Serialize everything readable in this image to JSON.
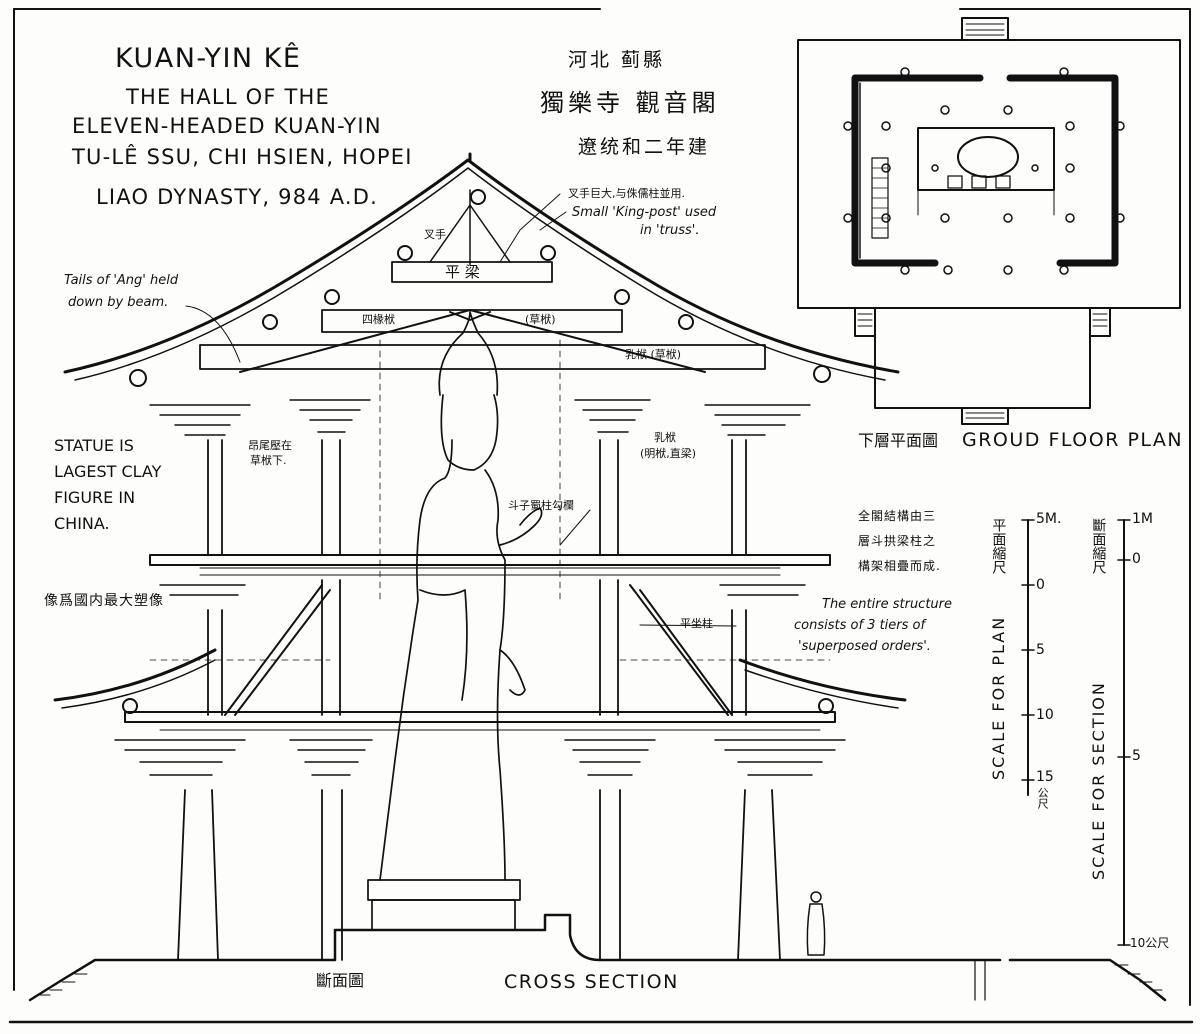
{
  "title": {
    "main": "KUAN-YIN KÊ",
    "line1": "THE HALL OF THE",
    "line2": "ELEVEN-HEADED KUAN-YIN",
    "line3": "TU-LÊ SSU, CHI HSIEN, HOPEI",
    "dynasty": "LIAO DYNASTY, 984 A.D."
  },
  "chinese_title": {
    "location": "河北 蓟縣",
    "temple": "獨樂寺 觀音閣",
    "date": "遼统和二年建"
  },
  "annotations": {
    "kingpost_cn": "叉手巨大,与侏儒柱並用.",
    "kingpost_en_1": "Small 'King-post' used",
    "kingpost_en_2": "in 'truss'.",
    "chashou": "叉手",
    "pingliang": "平 梁",
    "sichuan": "四椽栿",
    "caofu": "(草栿)",
    "rufu_cao": "乳栿 (草栿)",
    "ang_tails_1": "Tails of 'Ang' held",
    "ang_tails_2": "down by beam.",
    "anglu_1": "昂尾壓在",
    "anglu_2": "草栿下.",
    "rufu_ming_1": "乳栿",
    "rufu_ming_2": "(明栿,直梁)",
    "dougong_railing": "斗子蜀柱勾欄",
    "pingzuo": "平坐柱",
    "statue_1": "STATUE IS",
    "statue_2": "LAGEST CLAY",
    "statue_3": "FIGURE IN",
    "statue_4": "CHINA.",
    "statue_cn": "像爲國内最大塑像",
    "structure_cn_1": "全閣結構由三",
    "structure_cn_2": "層斗拱梁柱之",
    "structure_cn_3": "構架相疊而成.",
    "structure_en_1": "The entire structure",
    "structure_en_2": "consists of 3 tiers of",
    "structure_en_3": "'superposed orders'."
  },
  "plan": {
    "caption_cn": "下層平面圖",
    "caption_en": "GROUD FLOOR PLAN"
  },
  "section": {
    "caption_cn": "斷面圖",
    "caption_en": "CROSS SECTION"
  },
  "scales": {
    "plan_label": "SCALE FOR PLAN",
    "plan_cn": "平面縮尺",
    "plan_ticks": [
      "5M.",
      "0",
      "5",
      "10",
      "15"
    ],
    "plan_end_cn": "公尺",
    "section_label": "SCALE FOR SECTION",
    "section_cn": "斷面縮尺",
    "section_ticks": [
      "1M",
      "0",
      "5",
      "10公尺"
    ]
  }
}
